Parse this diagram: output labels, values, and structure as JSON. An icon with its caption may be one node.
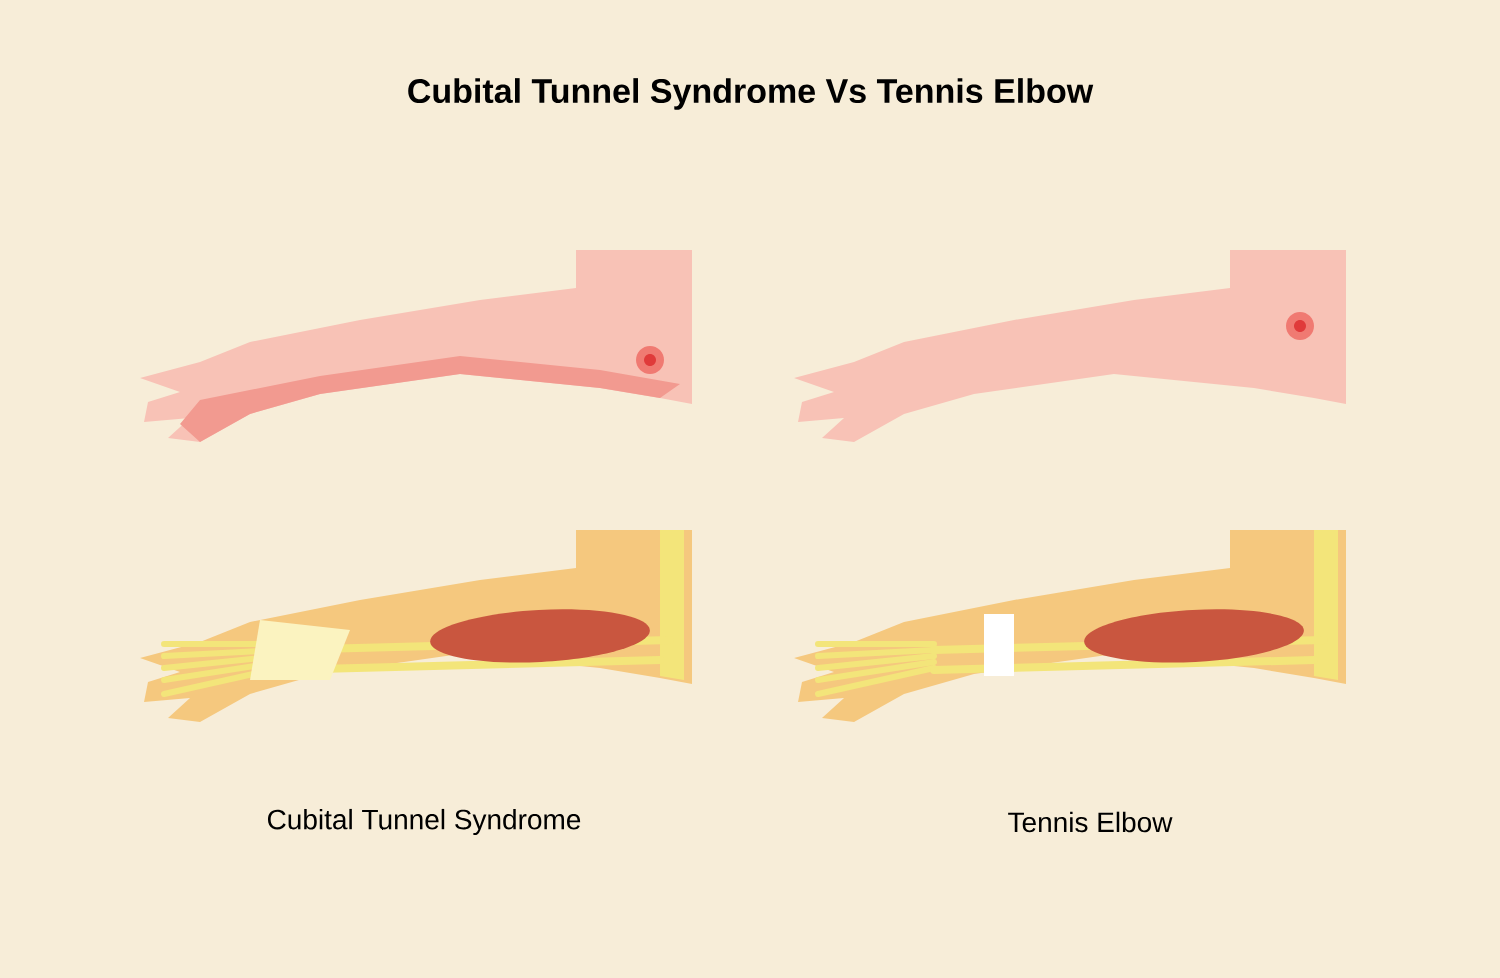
{
  "diagram": {
    "title": "Cubital Tunnel Syndrome Vs Tennis Elbow",
    "labels": [
      "Cubital Tunnel Syndrome",
      "Tennis Elbow"
    ]
  }
}
